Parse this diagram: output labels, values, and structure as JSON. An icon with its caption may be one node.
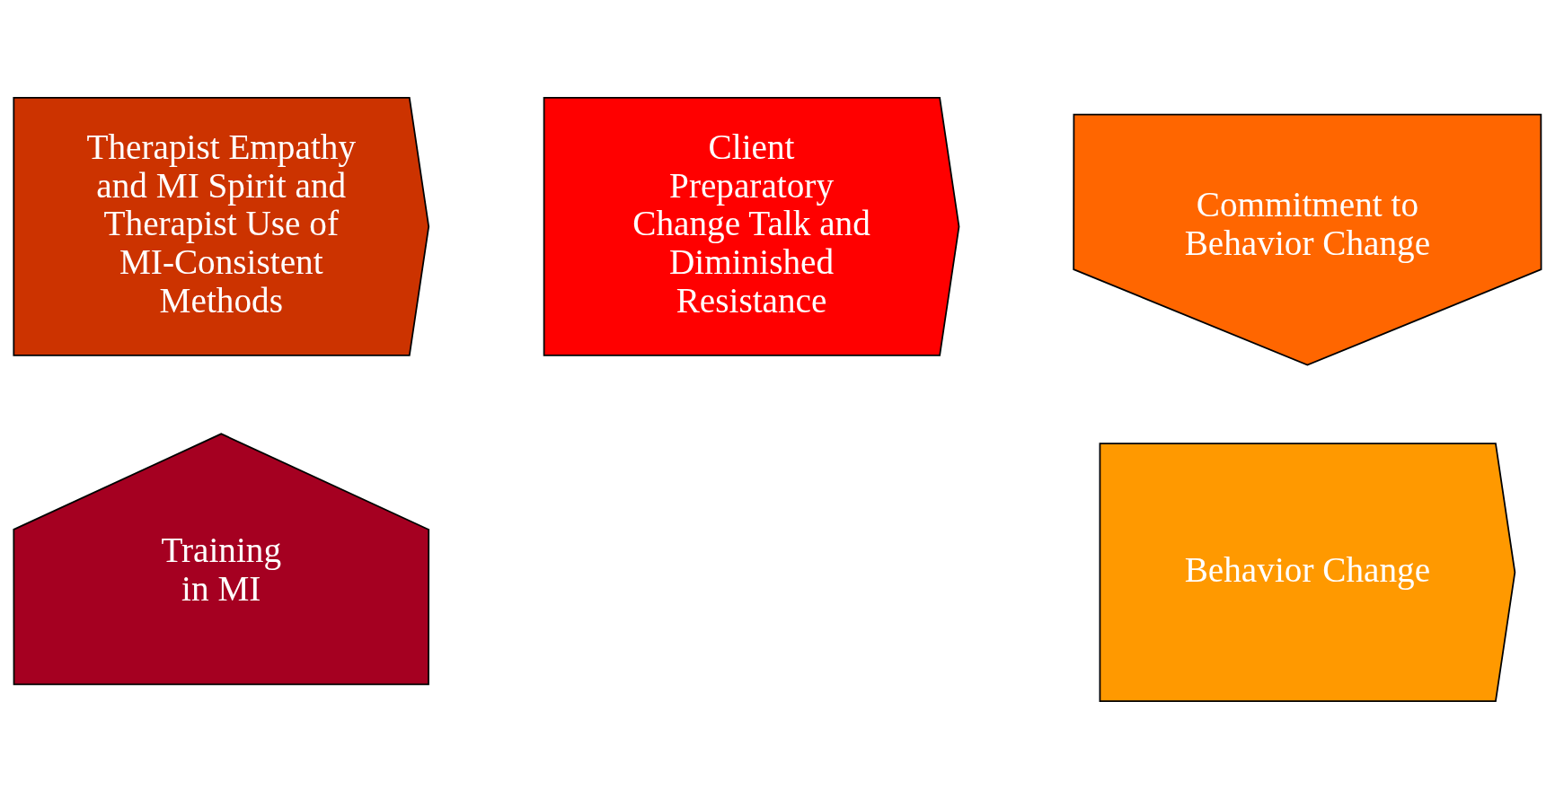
{
  "diagram": {
    "nodes": [
      {
        "text": [
          "Therapist Empathy and MI Spirit and Therapist Use of MI-Consistent Methods"
        ]
      },
      {
        "text": [
          "Client Preparatory Change Talk and Diminished Resistance"
        ]
      },
      {
        "text": [
          "Commitment to Behavior Change"
        ]
      },
      {
        "text": [
          "Training in MI"
        ]
      },
      {
        "text": [
          "Behavior Change"
        ]
      }
    ]
  }
}
